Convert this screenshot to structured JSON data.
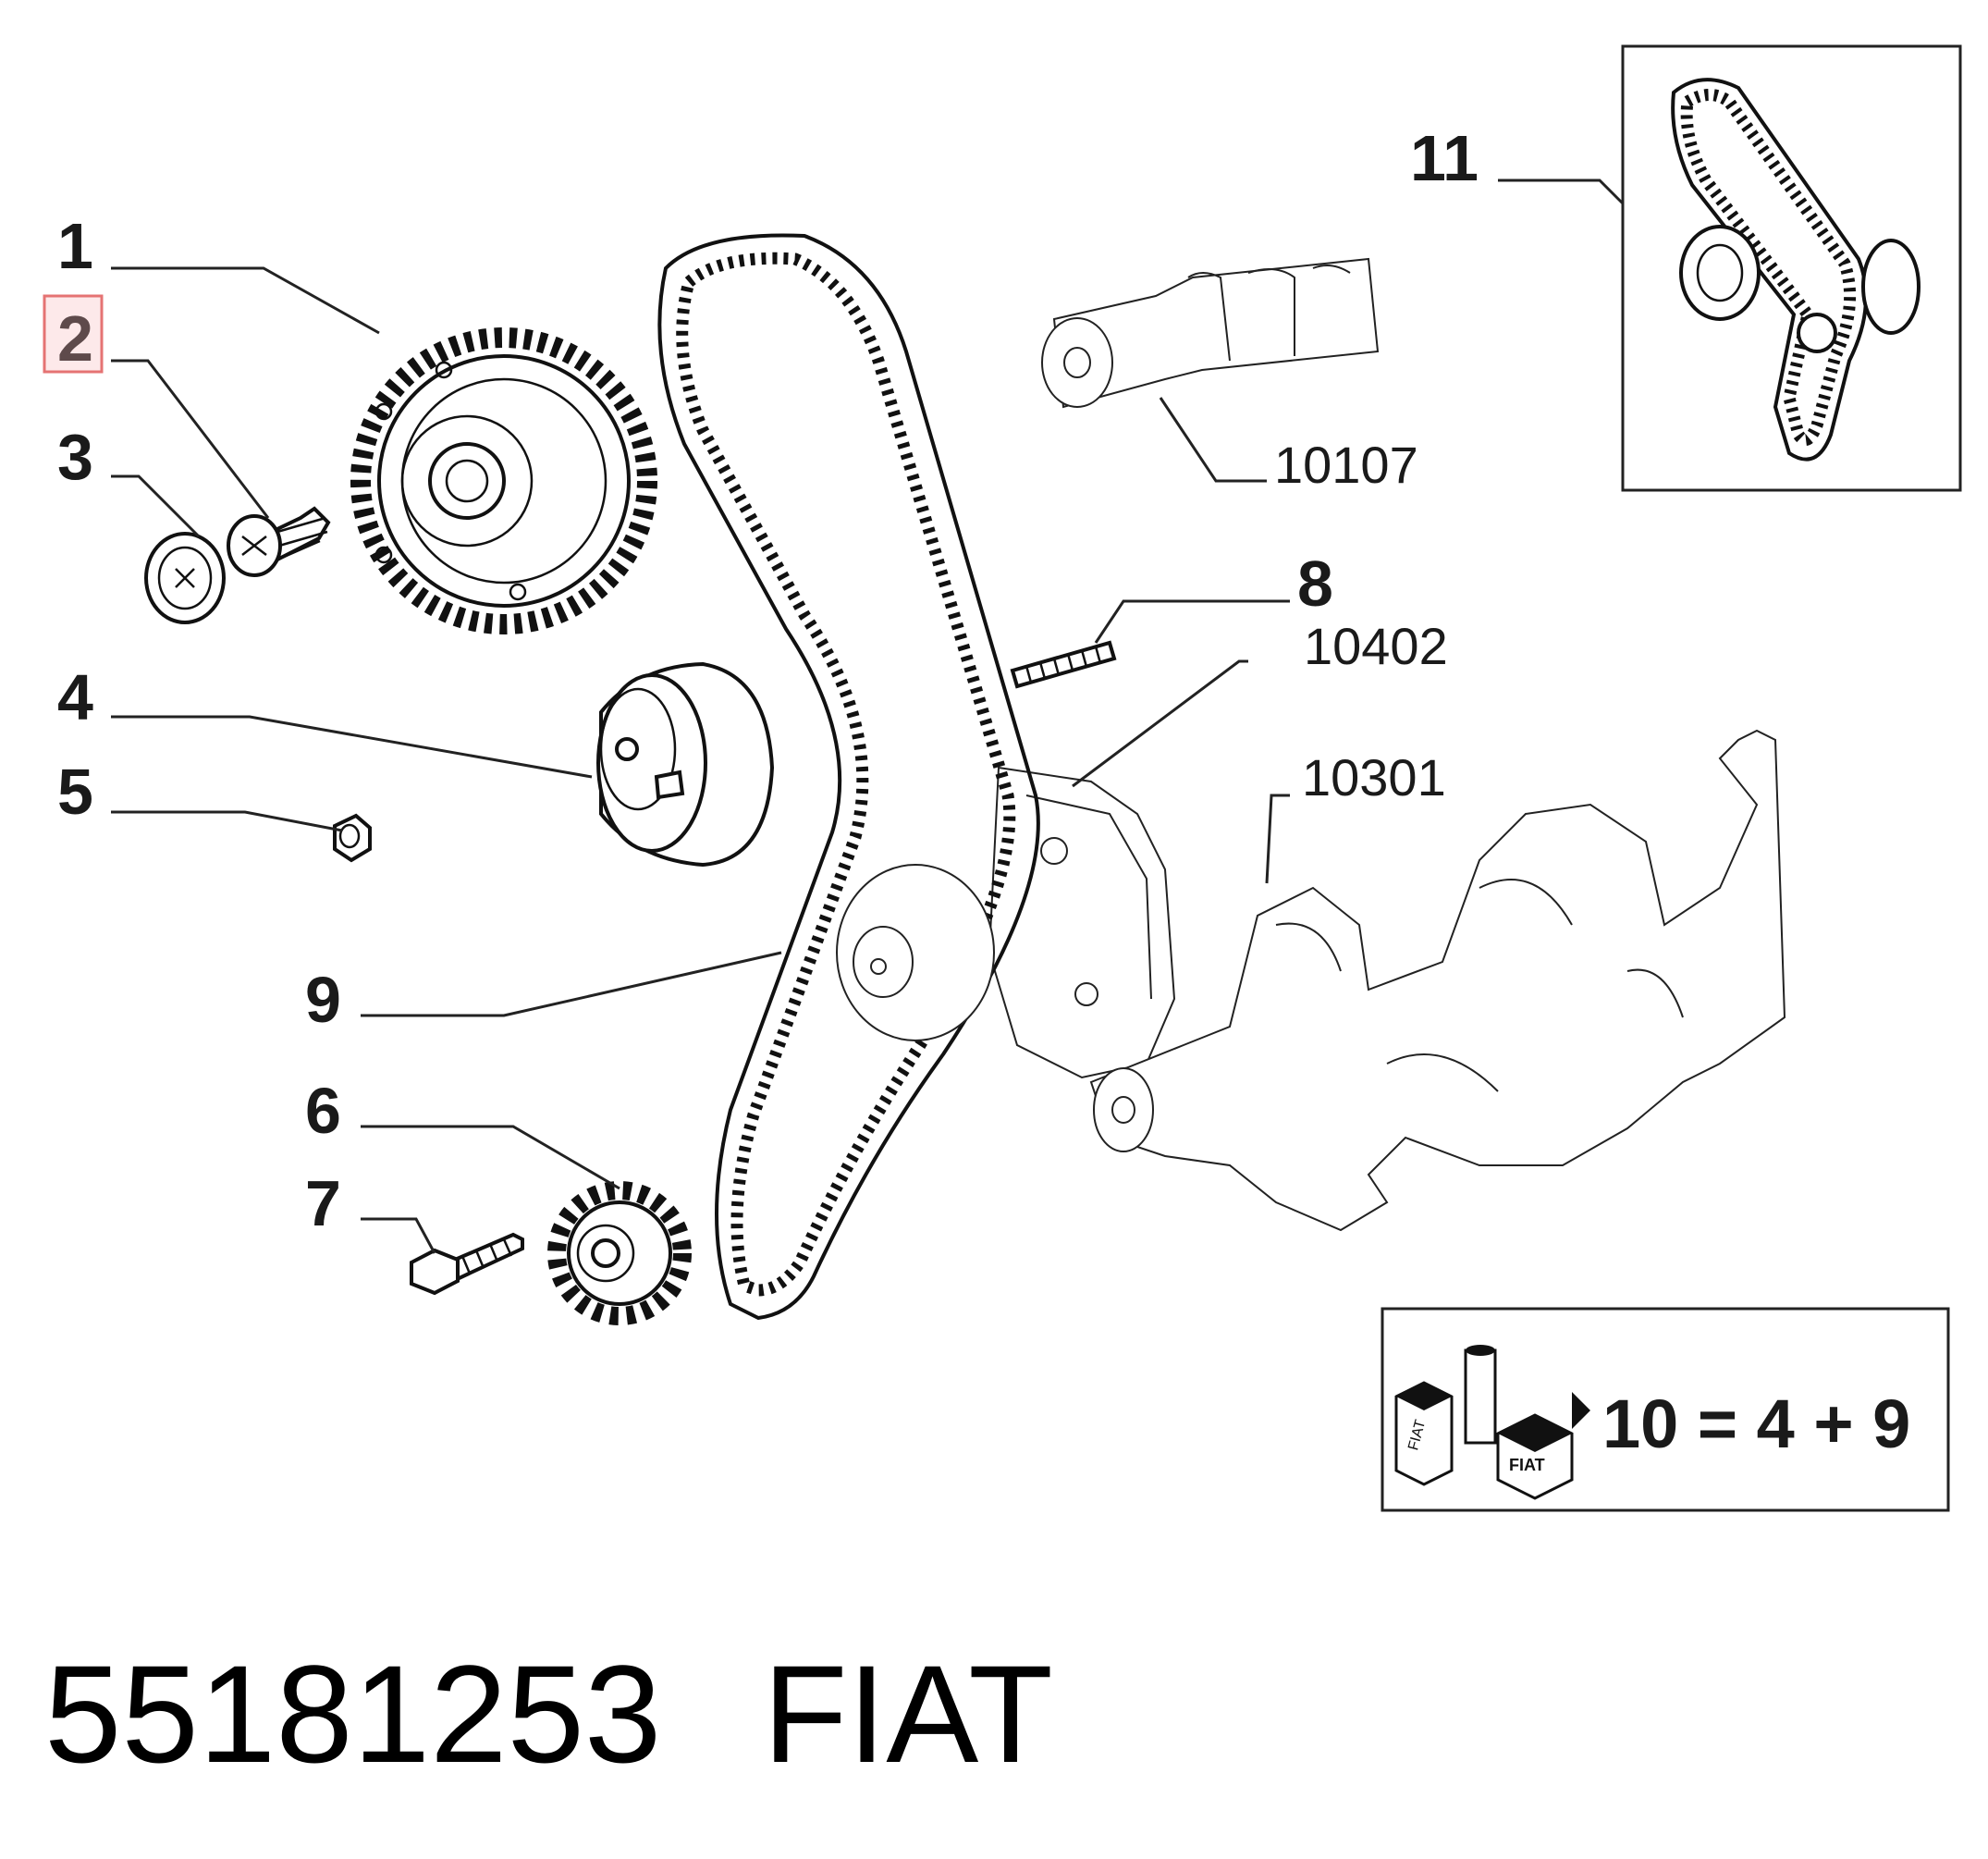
{
  "callouts": {
    "c1": "1",
    "c2": "2",
    "c3": "3",
    "c4": "4",
    "c5": "5",
    "c6": "6",
    "c7": "7",
    "c8": "8",
    "c9": "9",
    "c11": "11"
  },
  "references": {
    "r10107": "10107",
    "r10402": "10402",
    "r10301": "10301"
  },
  "highlighted_callout": "2",
  "kit": {
    "formula": "10 = 4 + 9",
    "box_label_left": "FIAT",
    "box_label_right": "FIAT"
  },
  "footer": {
    "part_number": "55181253",
    "brand": "FIAT"
  }
}
